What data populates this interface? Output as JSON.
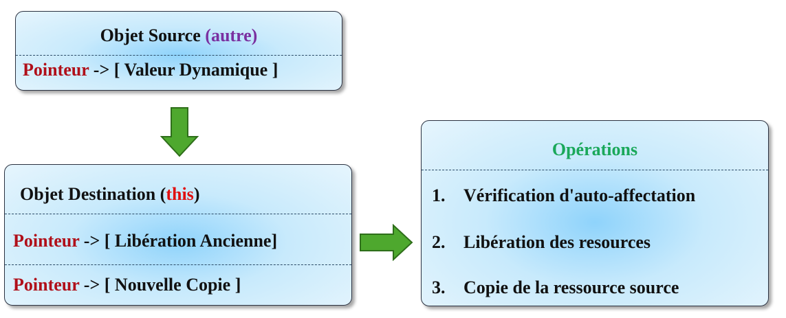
{
  "source": {
    "title": "Objet Source",
    "title_tag": "(autre)",
    "row1_pointer": "Pointeur",
    "row1_text": "-> [ Valeur Dynamique ]"
  },
  "destination": {
    "title": "Objet Destination",
    "title_open": "(",
    "title_tag": "this",
    "title_close": ")",
    "row1_pointer": "Pointeur",
    "row1_text": "-> [ Libération Ancienne]",
    "row2_pointer": "Pointeur",
    "row2_text": "-> [ Nouvelle Copie ]"
  },
  "operations": {
    "title": "Opérations",
    "items": [
      {
        "num": "1.",
        "text": "Vérification d'auto-affectation"
      },
      {
        "num": "2.",
        "text": "Libération des resources"
      },
      {
        "num": "3.",
        "text": "Copie de la ressource source"
      }
    ]
  },
  "colors": {
    "pointer": "#b0101a",
    "autre": "#7a30a0",
    "this": "#e01010",
    "operations_title": "#1aa85a",
    "arrow": "#4ea82e"
  }
}
